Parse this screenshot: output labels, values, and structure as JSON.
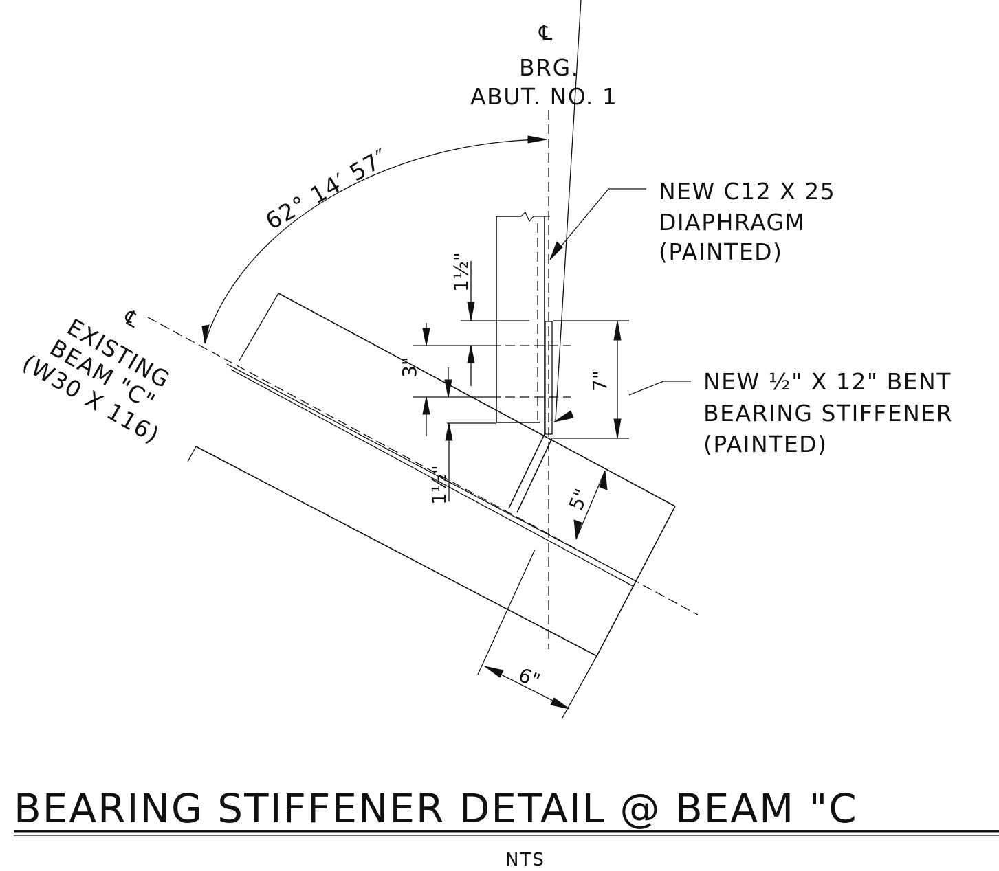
{
  "labels": {
    "centerline_symbol": "℄",
    "brg": "BRG.",
    "abut": "ABUT. NO. 1",
    "angle": "62° 14′ 57″",
    "diaphragm_line1": "NEW C12 X 25",
    "diaphragm_line2": "DIAPHRAGM",
    "diaphragm_line3": "(PAINTED)",
    "stiffener_line1": "NEW ½\" X 12\" BENT",
    "stiffener_line2": "BEARING STIFFENER",
    "stiffener_line3": "(PAINTED)",
    "beam_line1": "EXISTING",
    "beam_line2": "BEAM \"C\"",
    "beam_line3": "(W30 X 116)"
  },
  "dimensions": {
    "top_gap": "1½\"",
    "bottom_gap": "1½\"",
    "three": "3\"",
    "seven": "7\"",
    "five": "5\"",
    "six": "6\""
  },
  "title": "BEARING STIFFENER DETAIL @ BEAM \"C",
  "subtitle": "NTS"
}
